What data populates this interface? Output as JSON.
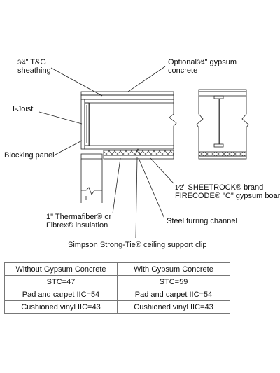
{
  "labels": {
    "sheathing_frac": "3⁄4",
    "sheathing_a": "\" T&G",
    "sheathing_b": "sheathing",
    "optional_a_pre": "Optional",
    "optional_frac": "3⁄4",
    "optional_a_post": "\" gypsum",
    "optional_b": "concrete",
    "ijoist": "I-Joist",
    "blocking": "Blocking panel",
    "sheetrock_frac": "1⁄2",
    "sheetrock_a": "\" SHEETROCK® brand",
    "sheetrock_b": "FIRECODE® \"C\" gypsum board",
    "insulation_a": "1\" Thermafiber® or",
    "insulation_b": "Fibrex® insulation",
    "furring": "Steel furring channel",
    "clip": "Simpson Strong-Tie® ceiling support clip"
  },
  "table": {
    "headers": [
      "Without Gypsum Concrete",
      "With Gypsum Concrete"
    ],
    "rows": [
      [
        "STC=47",
        "STC=59"
      ],
      [
        "Pad and carpet IIC=54",
        "Pad and carpet IIC=54"
      ],
      [
        "Cushioned vinyl IIC=43",
        "Cushioned vinyl IIC=43"
      ]
    ]
  }
}
